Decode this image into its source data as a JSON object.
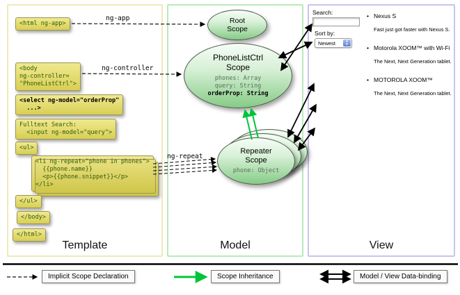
{
  "panels": {
    "template": {
      "label": "Template"
    },
    "model": {
      "label": "Model"
    },
    "view": {
      "label": "View"
    }
  },
  "code": {
    "html_open": "<html ng-app>",
    "body_open": "<body\nng-controller=\n\"PhoneListCtrl\">",
    "select": "<select ng-model=\"orderProp\"\n  ...>",
    "fulltext": "Fulltext Search:\n  <input ng-model=\"query\">",
    "ul_open": "<ul>",
    "li_repeat": "<li ng-repeat=\"phone in phones\">\n  {{phone.name}}\n  <p>{{phone.snippet}}</p>\n</li>",
    "ul_close": "</ul>",
    "body_close": "</body>",
    "html_close": "</html>"
  },
  "arrow_labels": {
    "ng_app": "ng-app",
    "ng_controller": "ng-controller",
    "ng_repeat": "ng-repeat"
  },
  "scopes": {
    "root": {
      "title": "Root\nScope"
    },
    "phone_list": {
      "title": "PhoneListCtrl\nScope",
      "props": "phones: Array\nquery: String",
      "bold_prop": "orderProp: String"
    },
    "repeater": {
      "title": "Repeater\nScope",
      "props": "phone: Object"
    }
  },
  "view": {
    "search_label": "Search:",
    "sort_label": "Sort by:",
    "sort_value": "Newest",
    "items": [
      {
        "title": "Nexus S",
        "desc": "Fast just got faster with Nexus S."
      },
      {
        "title": "Motorola XOOM™ with Wi-Fi",
        "desc": "The Next, Next Generation tablet."
      },
      {
        "title": "MOTOROLA XOOM™",
        "desc": "The Next, Next Generation tablet."
      }
    ]
  },
  "legend": {
    "implicit": "Implicit Scope Declaration",
    "inheritance": "Scope Inheritance",
    "databinding": "Model / View Data-binding"
  },
  "icons": {
    "bullet": "•",
    "select_up": "▲",
    "select_down": "▼"
  },
  "colors": {
    "code_box_bg": "#e7df77",
    "scope_green": "#86cb86",
    "inheritance_arrow": "#00c53a",
    "template_border": "#f0e9b8",
    "model_border": "#b9eab9",
    "view_border": "#c5c5ee"
  }
}
